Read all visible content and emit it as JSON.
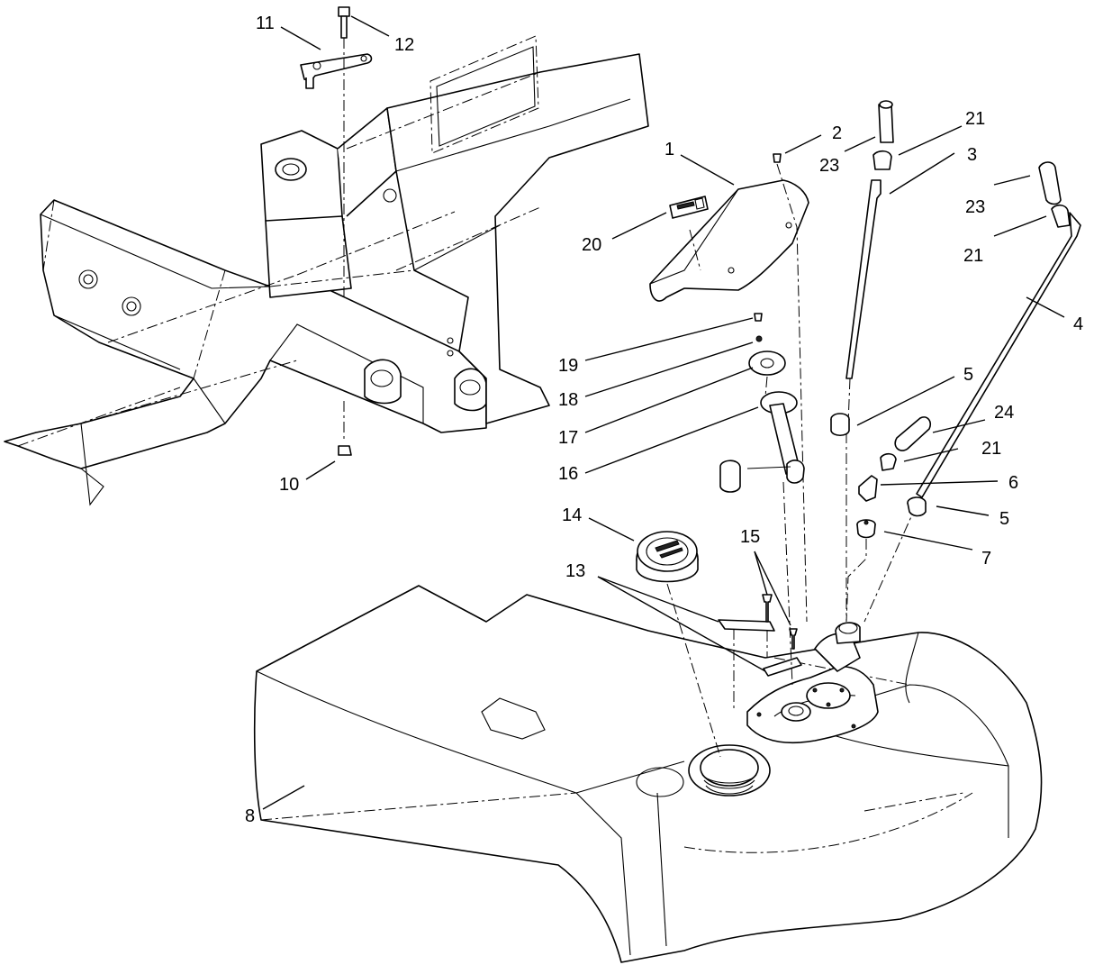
{
  "callouts": [
    {
      "id": "c1",
      "label": "1"
    },
    {
      "id": "c2",
      "label": "2"
    },
    {
      "id": "c3",
      "label": "3"
    },
    {
      "id": "c4",
      "label": "4"
    },
    {
      "id": "c5a",
      "label": "5"
    },
    {
      "id": "c5b",
      "label": "5"
    },
    {
      "id": "c6",
      "label": "6"
    },
    {
      "id": "c7",
      "label": "7"
    },
    {
      "id": "c8",
      "label": "8"
    },
    {
      "id": "c10",
      "label": "10"
    },
    {
      "id": "c11",
      "label": "11"
    },
    {
      "id": "c12",
      "label": "12"
    },
    {
      "id": "c13",
      "label": "13"
    },
    {
      "id": "c14",
      "label": "14"
    },
    {
      "id": "c15",
      "label": "15"
    },
    {
      "id": "c16",
      "label": "16"
    },
    {
      "id": "c17",
      "label": "17"
    },
    {
      "id": "c18",
      "label": "18"
    },
    {
      "id": "c19",
      "label": "19"
    },
    {
      "id": "c20",
      "label": "20"
    },
    {
      "id": "c21a",
      "label": "21"
    },
    {
      "id": "c21b",
      "label": "21"
    },
    {
      "id": "c21c",
      "label": "21"
    },
    {
      "id": "c23a",
      "label": "23"
    },
    {
      "id": "c23b",
      "label": "23"
    },
    {
      "id": "c24",
      "label": "24"
    }
  ]
}
